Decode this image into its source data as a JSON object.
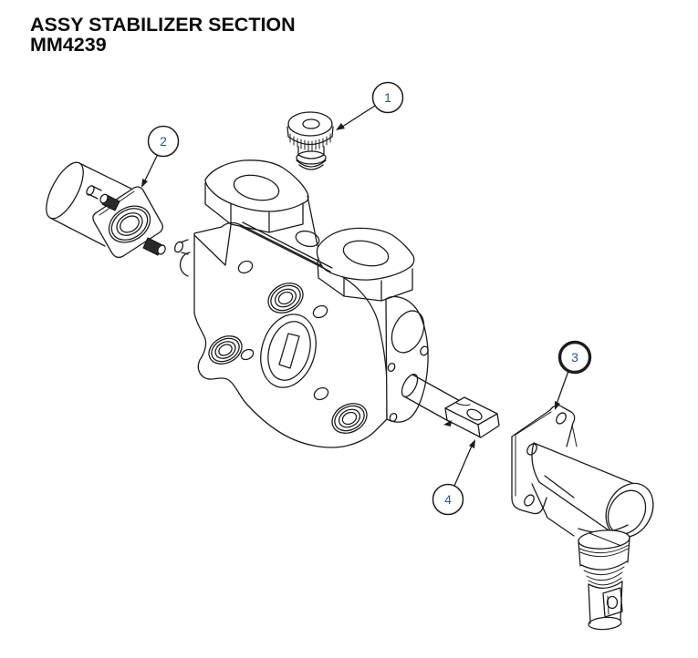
{
  "title": {
    "line1": "ASSY STABILIZER SECTION",
    "line2": "MM4239"
  },
  "callouts": [
    {
      "number": "1",
      "highlighted": false
    },
    {
      "number": "2",
      "highlighted": false
    },
    {
      "number": "3",
      "highlighted": true
    },
    {
      "number": "4",
      "highlighted": false
    }
  ],
  "highlighted_callout": "3",
  "colors": {
    "line": "#1c1c1c",
    "callout_number": "#2f5496",
    "highlight_ring": "#d42a2a",
    "background": "#ffffff",
    "title_text": "#0a0a0a"
  }
}
